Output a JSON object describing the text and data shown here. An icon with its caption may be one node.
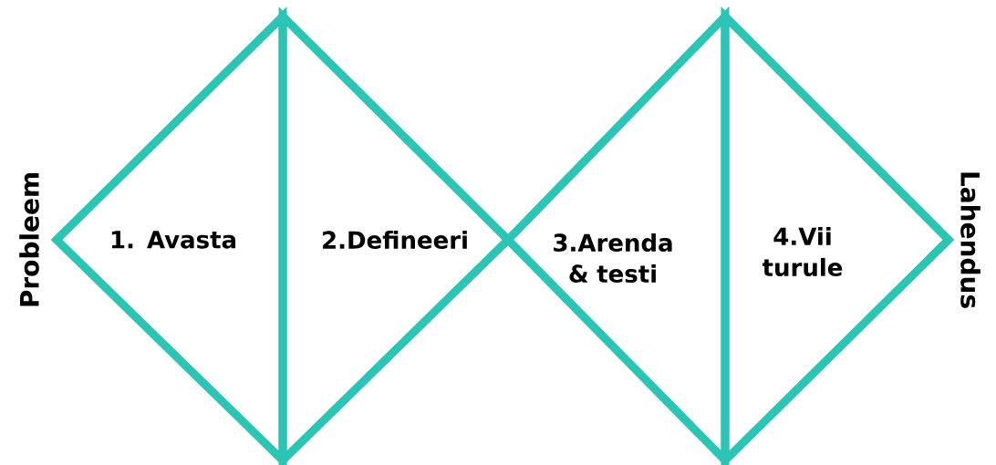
{
  "diagram": {
    "nodes": [
      {
        "text": [
          "1. Avasta"
        ]
      },
      {
        "text": [
          "2.Defineeri"
        ]
      },
      {
        "text": [
          "3.Arenda & testi"
        ]
      },
      {
        "text": [
          "4.Vii turule"
        ]
      }
    ],
    "labels": [
      "Probleem",
      "Lahendus"
    ]
  }
}
